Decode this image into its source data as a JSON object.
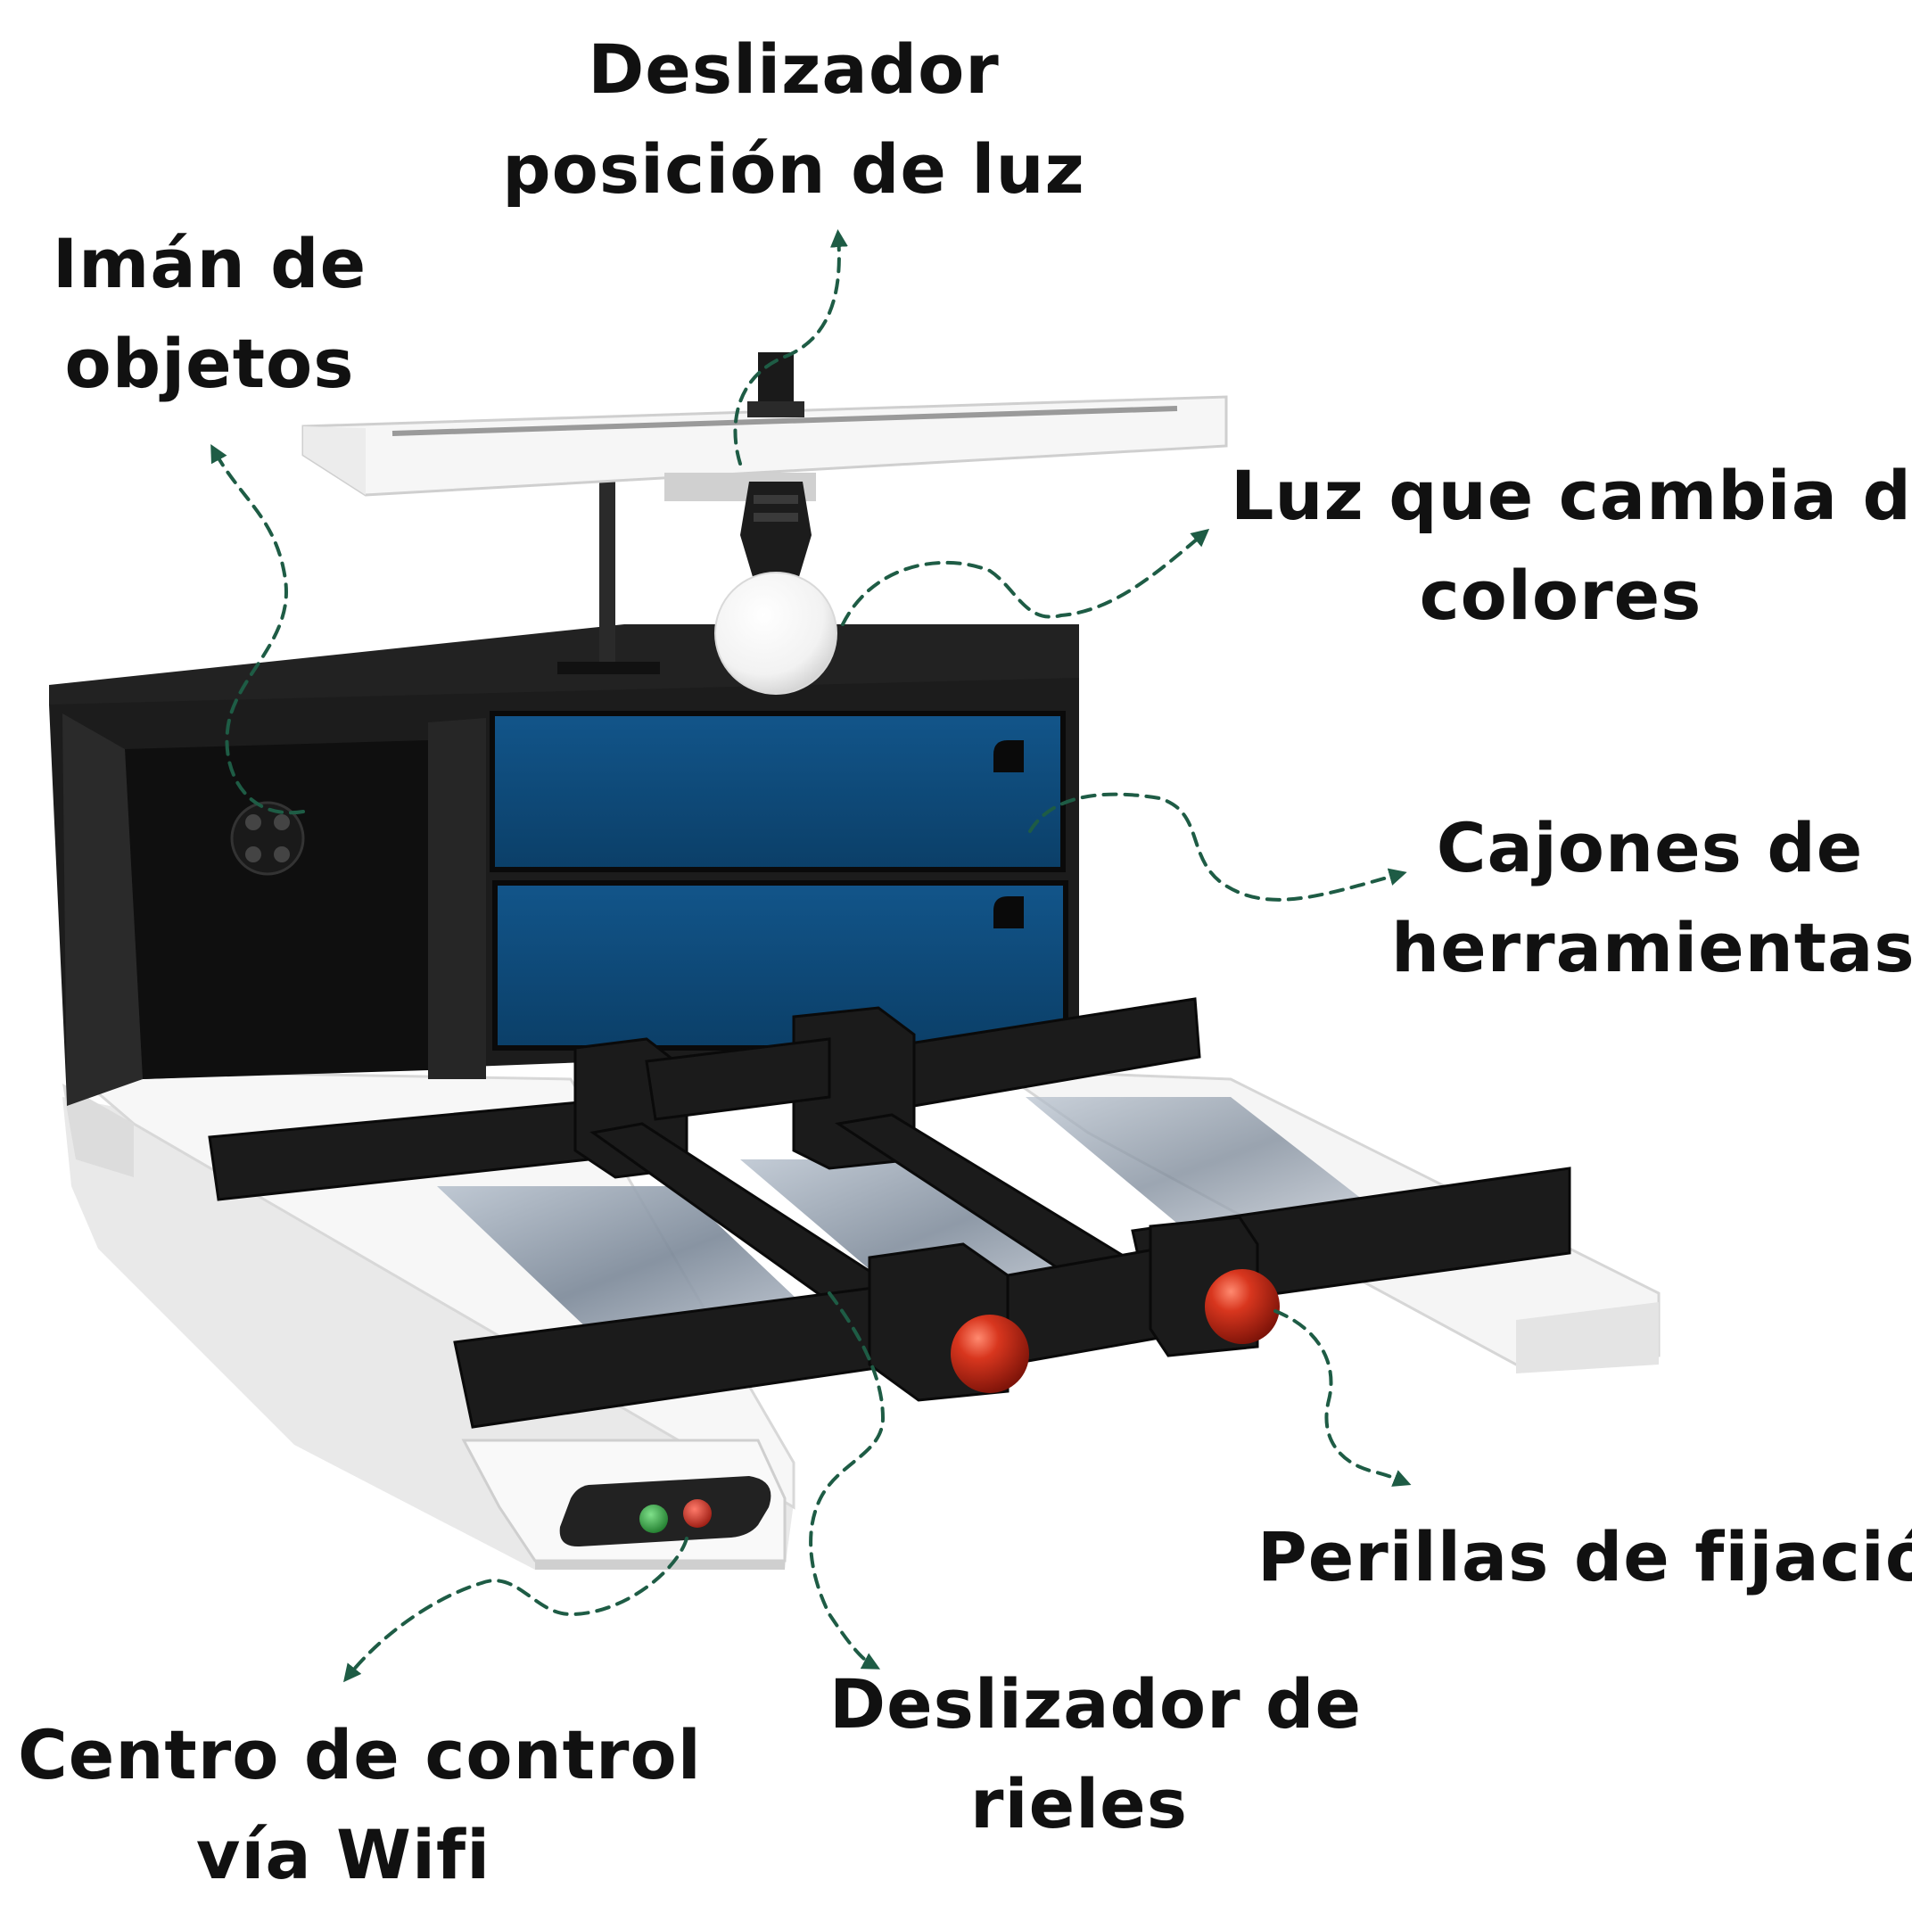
{
  "colors": {
    "arrow": "#1e5c45",
    "text": "#111111",
    "drawer": "#0e4a78",
    "cabinet": "#1a1a1a",
    "base": "#f3f3f3",
    "knob": "#c0281a",
    "green_button": "#2c9a3c",
    "red_button": "#c8281e"
  },
  "labels": {
    "deslizador_luz": {
      "line1": "Deslizador",
      "line2": "posición de luz"
    },
    "iman": {
      "line1": "Imán de",
      "line2": "objetos"
    },
    "luz_colores": {
      "line1": "Luz que cambia de",
      "line2": "colores"
    },
    "cajones": {
      "line1": "Cajones de",
      "line2": "herramientas"
    },
    "perillas": {
      "line1": "Perillas de fijación"
    },
    "centro_control": {
      "line1": "Centro de control",
      "line2": "vía Wifi"
    },
    "deslizador_rieles": {
      "line1": "Deslizador de",
      "line2": "rieles"
    }
  },
  "icons": {
    "arrows": "dashed-curved-arrow",
    "bulb": "light-bulb-icon",
    "magnet": "magnet-icon"
  }
}
